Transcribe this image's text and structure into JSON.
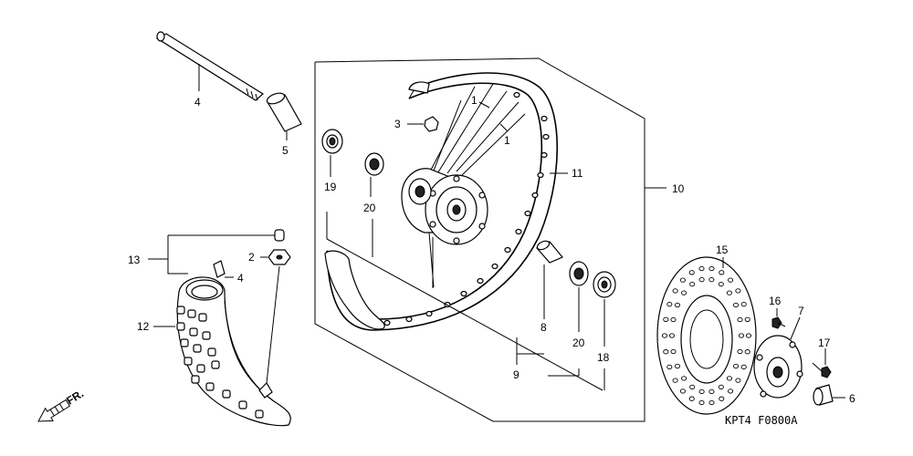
{
  "diagram": {
    "labels": {
      "axle_upper": "4",
      "collar": "5",
      "nut": "3",
      "spoke_a": "1",
      "spoke_b": "1",
      "bearing_left": "19",
      "seal_left": "20",
      "rim": "11",
      "wheel_assy": "10",
      "tube_group": "13",
      "valve_nut": "2",
      "tube": "4",
      "tire": "12",
      "distance_collar": "8",
      "rim_band": "9",
      "seal_right": "20",
      "bearing_right": "18",
      "disc": "15",
      "disc_bolt": "16",
      "hub_plate": "7",
      "plate_bolt": "17",
      "side_collar": "6"
    },
    "front_marker": "FR.",
    "catalog_code": "KPT4  F0800A"
  }
}
